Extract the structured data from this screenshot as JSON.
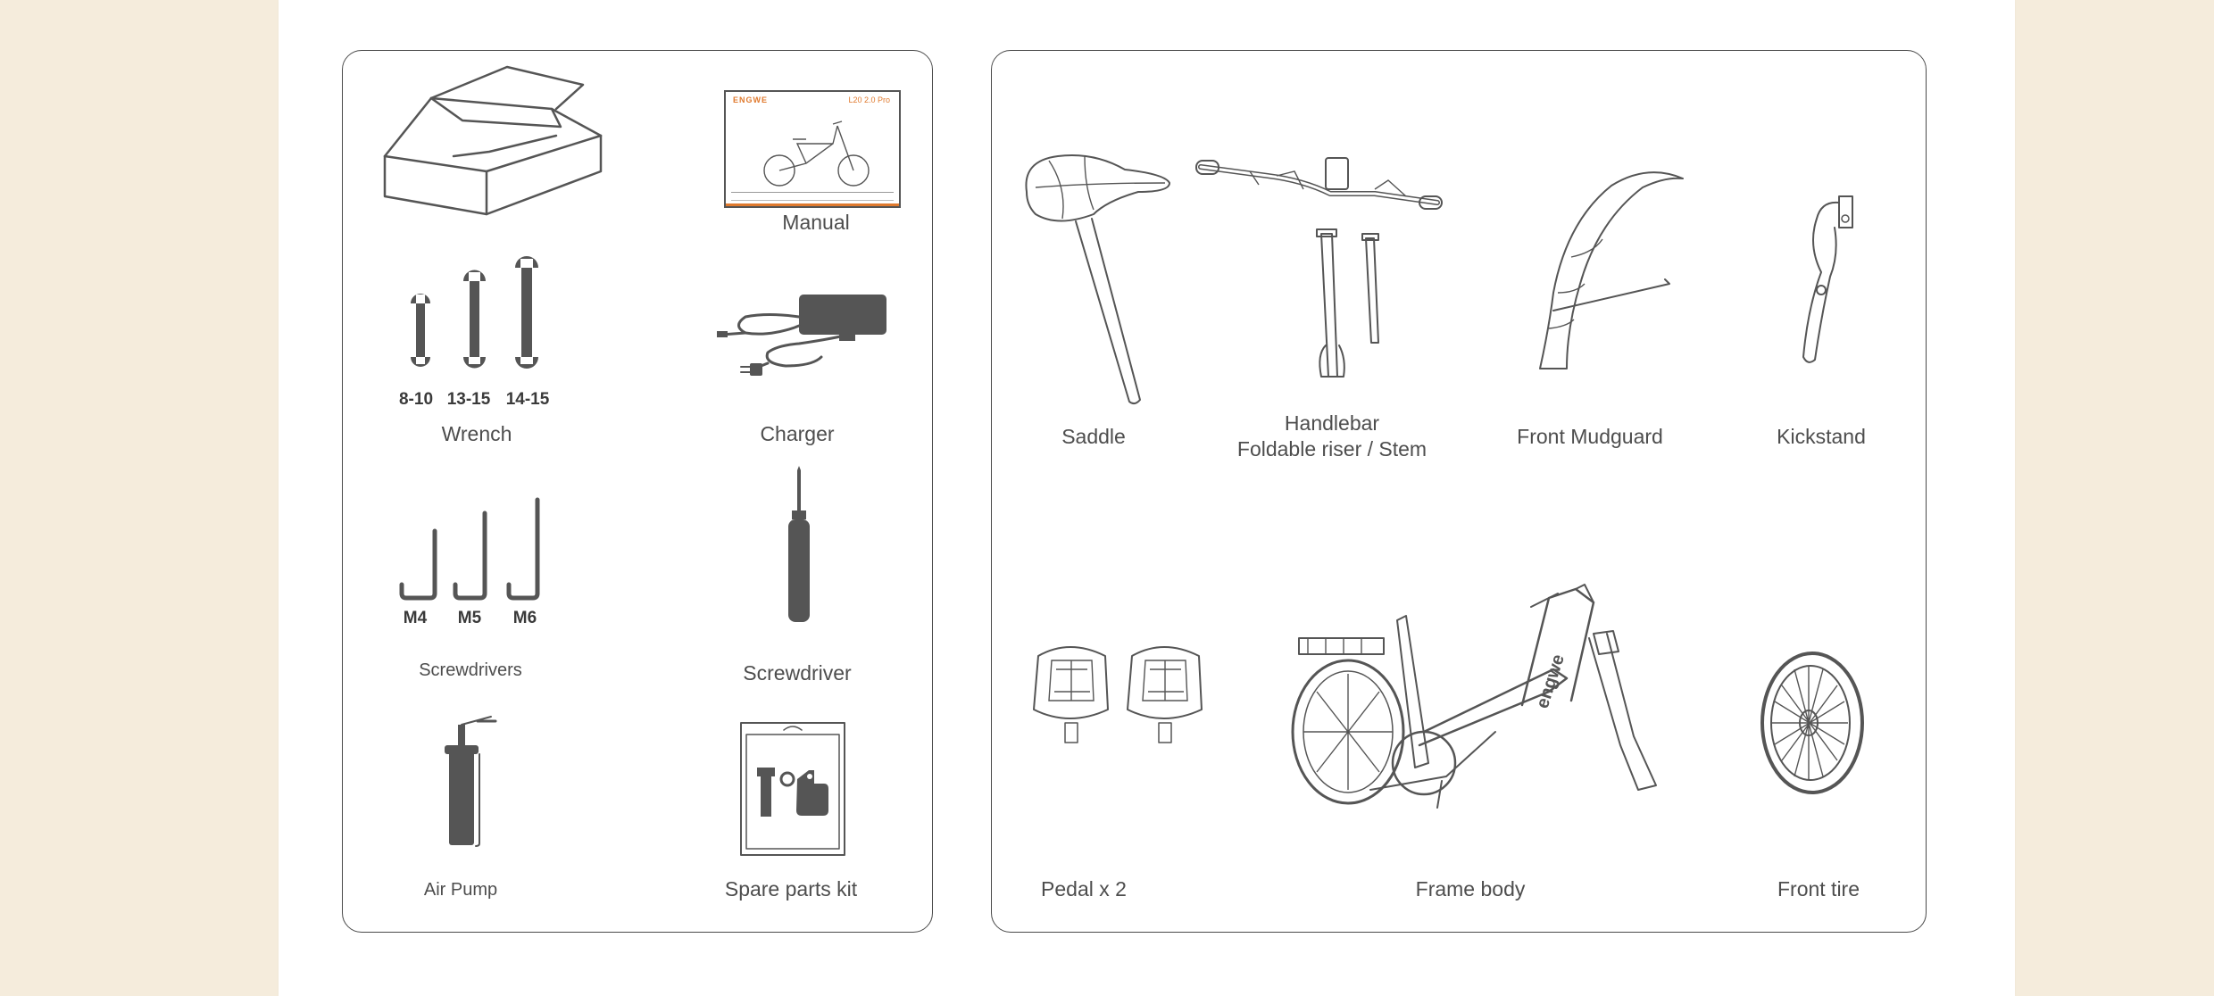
{
  "left_panel": {
    "manual": {
      "label": "Manual",
      "brand": "ENGWE",
      "model": "L20 2.0 Pro"
    },
    "wrench": {
      "label": "Wrench",
      "sizes": [
        "8-10",
        "13-15",
        "14-15"
      ]
    },
    "charger": {
      "label": "Charger"
    },
    "screwdrivers": {
      "label": "Screwdrivers",
      "sizes": [
        "M4",
        "M5",
        "M6"
      ]
    },
    "screwdriver": {
      "label": "Screwdriver"
    },
    "air_pump": {
      "label": "Air Pump"
    },
    "spare_parts": {
      "label": "Spare parts kit"
    }
  },
  "right_panel": {
    "saddle": {
      "label": "Saddle"
    },
    "handlebar": {
      "label_line1": "Handlebar",
      "label_line2": "Foldable riser / Stem"
    },
    "front_mudguard": {
      "label": "Front Mudguard"
    },
    "kickstand": {
      "label": "Kickstand"
    },
    "pedal": {
      "label": "Pedal x 2"
    },
    "frame_body": {
      "label": "Frame body",
      "frame_text": "engwe"
    },
    "front_tire": {
      "label": "Front tire"
    }
  },
  "colors": {
    "background": "#f5ecdc",
    "page": "#ffffff",
    "line_art": "#555555",
    "manual_accent": "#e07a2e"
  }
}
